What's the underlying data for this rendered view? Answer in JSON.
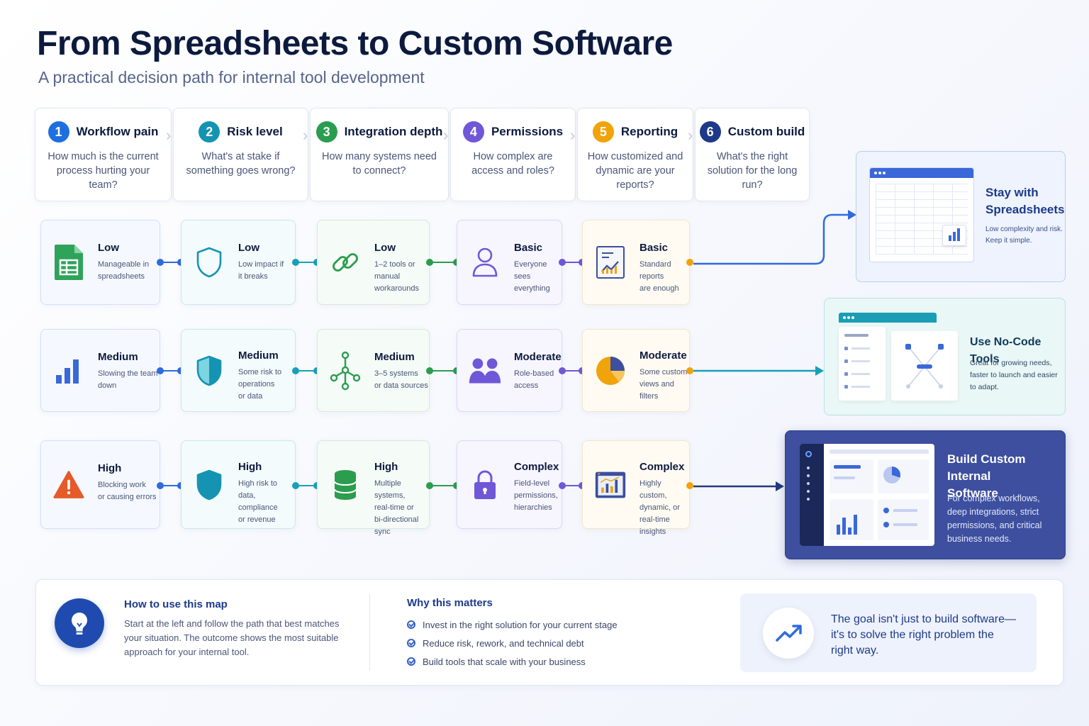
{
  "header": {
    "title": "From Spreadsheets to Custom Software",
    "subtitle": "A practical decision path for internal tool development"
  },
  "steps": [
    {
      "num": "1",
      "title": "Workflow pain",
      "question": "How much is the current process hurting your team?",
      "color": "#1e6fe0"
    },
    {
      "num": "2",
      "title": "Risk level",
      "question": "What's at stake if something goes wrong?",
      "color": "#1494b2"
    },
    {
      "num": "3",
      "title": "Integration depth",
      "question": "How many systems need to connect?",
      "color": "#2b9d4e"
    },
    {
      "num": "4",
      "title": "Permissions",
      "question": "How complex are access and roles?",
      "color": "#6e58d8"
    },
    {
      "num": "5",
      "title": "Reporting",
      "question": "How customized and dynamic are your reports?",
      "color": "#f0a30a"
    },
    {
      "num": "6",
      "title": "Custom build",
      "question": "What's the right solution for the long run?",
      "color": "#1d3a8a"
    }
  ],
  "rows": [
    {
      "cells": [
        {
          "level": "Low",
          "desc": [
            "Manageable in",
            "spreadsheets"
          ],
          "icon": "sheets-icon"
        },
        {
          "level": "Low",
          "desc": [
            "Low impact if",
            "it breaks"
          ],
          "icon": "shield-outline-icon"
        },
        {
          "level": "Low",
          "desc": [
            "1–2 tools or",
            "manual workarounds"
          ],
          "icon": "link-icon"
        },
        {
          "level": "Basic",
          "desc": [
            "Everyone sees",
            "everything"
          ],
          "icon": "user-icon"
        },
        {
          "level": "Basic",
          "desc": [
            "Standard reports",
            "are enough"
          ],
          "icon": "report-icon"
        }
      ]
    },
    {
      "cells": [
        {
          "level": "Medium",
          "desc": [
            "Slowing the team",
            "down"
          ],
          "icon": "bar-chart-icon"
        },
        {
          "level": "Medium",
          "desc": [
            "Some risk to",
            "operations",
            "or data"
          ],
          "icon": "shield-half-icon"
        },
        {
          "level": "Medium",
          "desc": [
            "3–5 systems",
            "or data sources"
          ],
          "icon": "network-icon"
        },
        {
          "level": "Moderate",
          "desc": [
            "Role-based",
            "access"
          ],
          "icon": "users-icon"
        },
        {
          "level": "Moderate",
          "desc": [
            "Some custom",
            "views and",
            "filters"
          ],
          "icon": "pie-chart-icon"
        }
      ]
    },
    {
      "cells": [
        {
          "level": "High",
          "desc": [
            "Blocking work",
            "or causing errors"
          ],
          "icon": "warning-icon"
        },
        {
          "level": "High",
          "desc": [
            "High risk to",
            "data, compliance",
            "or revenue"
          ],
          "icon": "shield-filled-icon"
        },
        {
          "level": "High",
          "desc": [
            "Multiple systems,",
            "real-time or",
            "bi-directional sync"
          ],
          "icon": "database-icon"
        },
        {
          "level": "Complex",
          "desc": [
            "Field-level",
            "permissions,",
            "hierarchies"
          ],
          "icon": "lock-icon"
        },
        {
          "level": "Complex",
          "desc": [
            "Highly custom,",
            "dynamic, or",
            "real-time insights"
          ],
          "icon": "dashboard-icon"
        }
      ]
    }
  ],
  "outcomes": [
    {
      "title": [
        "Stay with",
        "Spreadsheets"
      ],
      "desc": [
        "Low complexity and risk.",
        "Keep it simple."
      ]
    },
    {
      "title": [
        "Use No-Code Tools"
      ],
      "desc": [
        "Great for growing needs,",
        "faster to launch and easier",
        "to adapt."
      ]
    },
    {
      "title": [
        "Build Custom Internal",
        "Software"
      ],
      "desc": [
        "For complex workflows,",
        "deep integrations, strict",
        "permissions, and critical",
        "business needs."
      ]
    }
  ],
  "bottom": {
    "how_title": "How to use this map",
    "how_text": [
      "Start at the left and follow the path that best matches",
      "your situation. The outcome shows the most suitable",
      "approach for your internal tool."
    ],
    "why_title": "Why this matters",
    "why_items": [
      "Invest in the right solution for your current stage",
      "Reduce risk, rework, and technical debt",
      "Build tools that scale with your business"
    ],
    "goal_text": [
      "The goal isn't just to build software—",
      "it's to solve the right problem the",
      "right way."
    ]
  }
}
